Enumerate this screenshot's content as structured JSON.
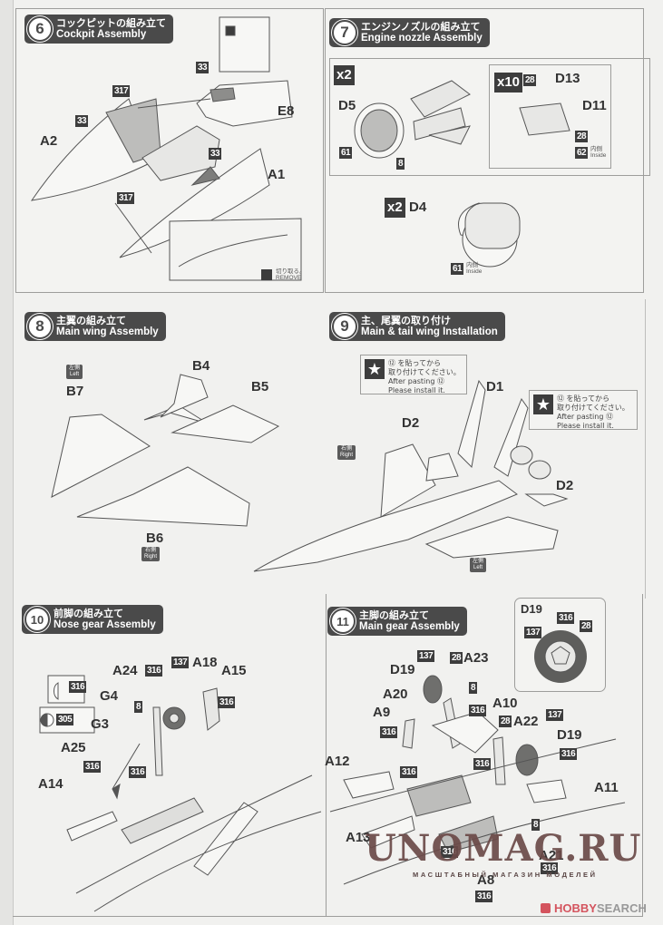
{
  "steps": [
    {
      "number": "6",
      "title_jp": "コックピットの組み立て",
      "title_en": "Cockpit Assembly",
      "parts": [
        "A2",
        "E8",
        "A1"
      ],
      "color_codes": [
        "33",
        "317",
        "33",
        "33",
        "317"
      ],
      "remove_note": {
        "jp": "切り取る。",
        "en": "REMOVE"
      }
    },
    {
      "number": "7",
      "title_jp": "エンジンノズルの組み立て",
      "title_en": "Engine nozzle Assembly",
      "multipliers": [
        "x2",
        "x10",
        "x2"
      ],
      "parts": [
        "D5",
        "D13",
        "D11",
        "D4"
      ],
      "color_codes": [
        "61",
        "8",
        "28",
        "28",
        "62",
        "61"
      ],
      "inside_label": {
        "jp": "内側",
        "en": "Inside"
      }
    },
    {
      "number": "8",
      "title_jp": "主翼の組み立て",
      "title_en": "Main wing Assembly",
      "parts": [
        "B4",
        "B7",
        "B5",
        "B6"
      ],
      "side_left": {
        "jp": "左側",
        "en": "Left"
      },
      "side_right": {
        "jp": "右側",
        "en": "Right"
      }
    },
    {
      "number": "9",
      "title_jp": "主、尾翼の取り付け",
      "title_en": "Main & tail wing Installation",
      "parts": [
        "D1",
        "D2",
        "D2"
      ],
      "note_left": {
        "jp1": "⑫ を貼ってから",
        "jp2": "取り付けてください。",
        "en1": "After pasting ⑫",
        "en2": "Please install it."
      },
      "note_right": {
        "jp1": "⑫ を貼ってから",
        "jp2": "取り付けてください。",
        "en1": "After pasting ⑫",
        "en2": "Please install it."
      },
      "side_left": {
        "jp": "左側",
        "en": "Left"
      },
      "side_right": {
        "jp": "右側",
        "en": "Right"
      }
    },
    {
      "number": "10",
      "title_jp": "前脚の組み立て",
      "title_en": "Nose gear Assembly",
      "parts": [
        "A24",
        "A18",
        "A15",
        "G4",
        "G3",
        "A25",
        "A14"
      ],
      "color_codes": {
        "a24": "316",
        "a18": "137",
        "a15": "316",
        "g4": "316",
        "g3": "305",
        "strut": "8",
        "a25": "316",
        "bay": "316"
      }
    },
    {
      "number": "11",
      "title_jp": "主脚の組み立て",
      "title_en": "Main gear Assembly",
      "parts": [
        "D19",
        "A23",
        "A20",
        "A9",
        "A10",
        "A22",
        "D19",
        "A12",
        "A11",
        "A13",
        "A21",
        "A8"
      ],
      "color_codes": {
        "d19a": "137",
        "a23": "28",
        "strut": "8",
        "a10": "316",
        "a9": "316",
        "a22": "28",
        "d19b": "137",
        "d19b_hub": "316",
        "bay1": "316",
        "strut2": "316",
        "bay2": "316",
        "a21": "316",
        "a8": "316",
        "lower8": "8"
      },
      "detail": {
        "part": "D19",
        "codes": [
          "137",
          "316",
          "28"
        ]
      }
    }
  ],
  "watermark": {
    "main": "UNOMAG.RU",
    "sub": "МАСШТАБНЫЙ МАГАЗИН МОДЕЛЕЙ"
  },
  "credit": {
    "hobby": "HOBBY",
    "search": " SEARCH"
  }
}
